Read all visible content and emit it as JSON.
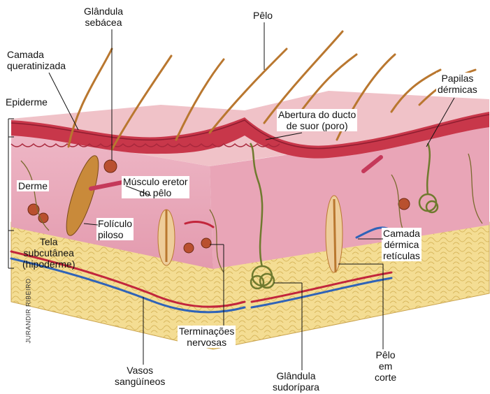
{
  "labels": {
    "glandula_sebacea": "Glândula\nsebácea",
    "pelo": "Pêlo",
    "camada_queratinizada": "Camada\nqueratinizada",
    "epiderme": "Epiderme",
    "derme": "Derme",
    "abertura_ducto": "Abertura do ducto\nde suor (poro)",
    "papilas_dermicas": "Papilas\ndérmicas",
    "musculo_eretor": "Músculo eretor\ndo pêlo",
    "foliculo_piloso": "Folículo\npiloso",
    "tela_subcutanea": "Tela\nsubcutânea\n(hipoderme)",
    "camada_dermica": "Camada\ndérmica\nretículas",
    "terminacoes": "Terminações\nnervosas",
    "vasos": "Vasos\nsangüíneos",
    "glandula_sudoripara": "Glândula\nsudorípara",
    "pelo_corte": "Pêlo\nem\ncorte"
  },
  "credit": "JURANDIR RIBEIRO",
  "colors": {
    "epidermis": "#c8374a",
    "dermis": "#e8a9b9",
    "hypodermis": "#f2d98a",
    "hair": "#b9772f",
    "artery": "#c2263c",
    "vein": "#2f63b8",
    "nerve": "#7a6a2e"
  }
}
